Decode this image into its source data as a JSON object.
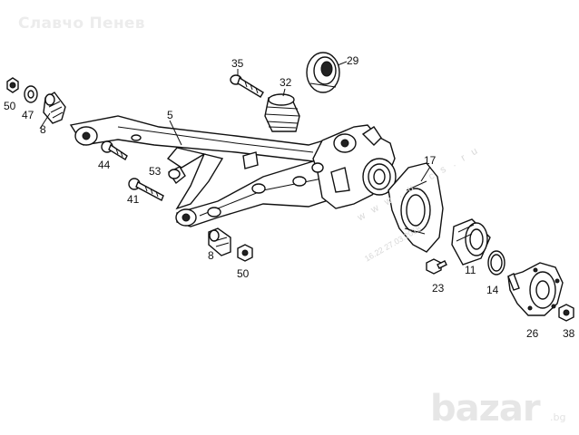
{
  "watermark": {
    "author": "Славчо Пенев",
    "url": "w w w . u . c s . r u",
    "stamp": "16.22 27.03.2018",
    "logo": "bazar",
    "logo_tld": ".bg"
  },
  "parts": [
    {
      "id": "p5",
      "label": "5",
      "name": "rear-axle-beam"
    },
    {
      "id": "p8a",
      "label": "8",
      "name": "bushing"
    },
    {
      "id": "p8b",
      "label": "8",
      "name": "bushing"
    },
    {
      "id": "p11",
      "label": "11",
      "name": "wheel-bearing"
    },
    {
      "id": "p14",
      "label": "14",
      "name": "circlip"
    },
    {
      "id": "p17",
      "label": "17",
      "name": "splash-shield"
    },
    {
      "id": "p23",
      "label": "23",
      "name": "shield-bolt"
    },
    {
      "id": "p26",
      "label": "26",
      "name": "wheel-hub"
    },
    {
      "id": "p29",
      "label": "29",
      "name": "spring-seat"
    },
    {
      "id": "p32",
      "label": "32",
      "name": "bump-stop"
    },
    {
      "id": "p35",
      "label": "35",
      "name": "bolt"
    },
    {
      "id": "p38",
      "label": "38",
      "name": "hub-nut"
    },
    {
      "id": "p41",
      "label": "41",
      "name": "bolt"
    },
    {
      "id": "p44",
      "label": "44",
      "name": "bolt"
    },
    {
      "id": "p47",
      "label": "47",
      "name": "washer"
    },
    {
      "id": "p50a",
      "label": "50",
      "name": "nut"
    },
    {
      "id": "p50b",
      "label": "50",
      "name": "nut"
    },
    {
      "id": "p53",
      "label": "53",
      "name": "plug"
    }
  ]
}
